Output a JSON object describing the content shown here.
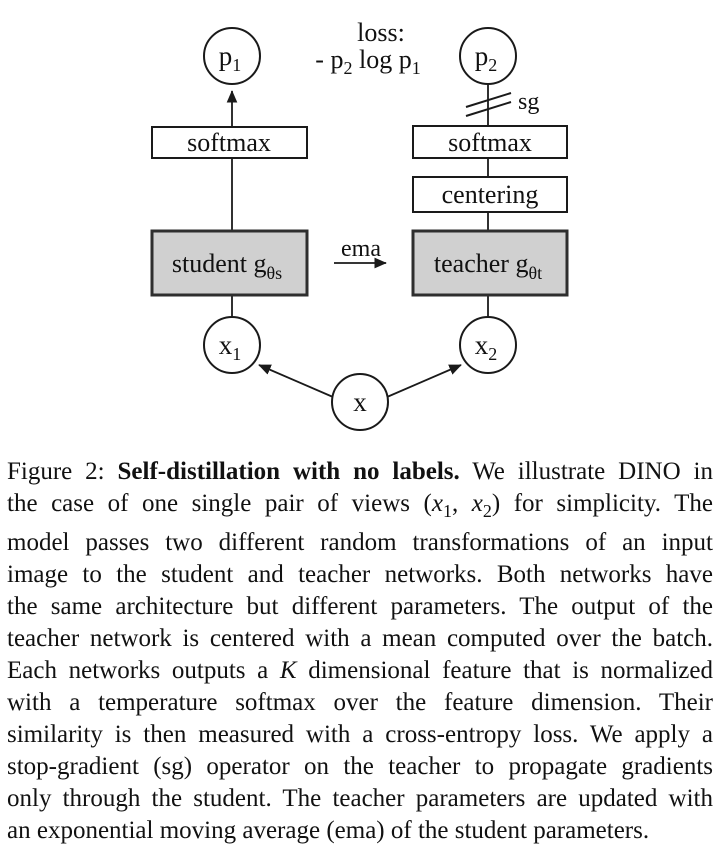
{
  "colors": {
    "background": "#ffffff",
    "network_box_fill": "#d0d0d0",
    "network_box_border": "#2e2e2e",
    "op_box_fill": "#ffffff",
    "line_color": "#1a1a1a",
    "text_color": "#111111"
  },
  "figure": {
    "diagram": {
      "p1": {
        "main": "p",
        "sub": "1"
      },
      "p2": {
        "main": "p",
        "sub": "2"
      },
      "loss": {
        "line1": "loss:",
        "l2_seg1": "- p",
        "l2_sub1": "2",
        "l2_seg2": " log p",
        "l2_sub2": "1"
      },
      "sg_label": "sg",
      "softmax_left": "softmax",
      "softmax_right": "softmax",
      "centering": "centering",
      "student": {
        "main": "student g",
        "sub": "θs"
      },
      "teacher": {
        "main": "teacher g",
        "sub": "θt"
      },
      "ema_label": "ema",
      "x1": {
        "main": "x",
        "sub": "1"
      },
      "x2": {
        "main": "x",
        "sub": "2"
      },
      "x": {
        "main": "x"
      }
    },
    "caption": {
      "lines": [
        {
          "runs": [
            {
              "text": "Figure 2: ",
              "style": "normal"
            },
            {
              "text": "Self-distillation with no labels.",
              "style": "bold"
            },
            {
              "text": " We illustrate DINO in",
              "style": "normal"
            }
          ]
        },
        {
          "runs": [
            {
              "text": "the case of one single pair of views (",
              "style": "normal"
            },
            {
              "text": "x",
              "style": "italic"
            },
            {
              "text": "1",
              "style": "sub"
            },
            {
              "text": ", ",
              "style": "normal"
            },
            {
              "text": "x",
              "style": "italic"
            },
            {
              "text": "2",
              "style": "sub"
            },
            {
              "text": ") for simplicity. The",
              "style": "normal"
            }
          ]
        },
        {
          "runs": [
            {
              "text": "model passes two different random transformations of an input",
              "style": "normal"
            }
          ]
        },
        {
          "runs": [
            {
              "text": "image to the student and teacher networks. Both networks have",
              "style": "normal"
            }
          ]
        },
        {
          "runs": [
            {
              "text": "the same architecture but different parameters. The output of the",
              "style": "normal"
            }
          ]
        },
        {
          "runs": [
            {
              "text": "teacher network is centered with a mean computed over the batch.",
              "style": "normal"
            }
          ]
        },
        {
          "runs": [
            {
              "text": "Each networks outputs a ",
              "style": "normal"
            },
            {
              "text": "K",
              "style": "italic"
            },
            {
              "text": " dimensional feature that is normalized",
              "style": "normal"
            }
          ]
        },
        {
          "runs": [
            {
              "text": "with a temperature softmax over the feature dimension. Their",
              "style": "normal"
            }
          ]
        },
        {
          "runs": [
            {
              "text": "similarity is then measured with a cross-entropy loss. We apply a",
              "style": "normal"
            }
          ]
        },
        {
          "runs": [
            {
              "text": "stop-gradient (sg) operator on the teacher to propagate gradients",
              "style": "normal"
            }
          ]
        },
        {
          "runs": [
            {
              "text": "only through the student. The teacher parameters are updated with",
              "style": "normal"
            }
          ]
        },
        {
          "runs": [
            {
              "text": "an exponential moving average (ema) of the student parameters.",
              "style": "normal"
            }
          ]
        }
      ]
    }
  }
}
